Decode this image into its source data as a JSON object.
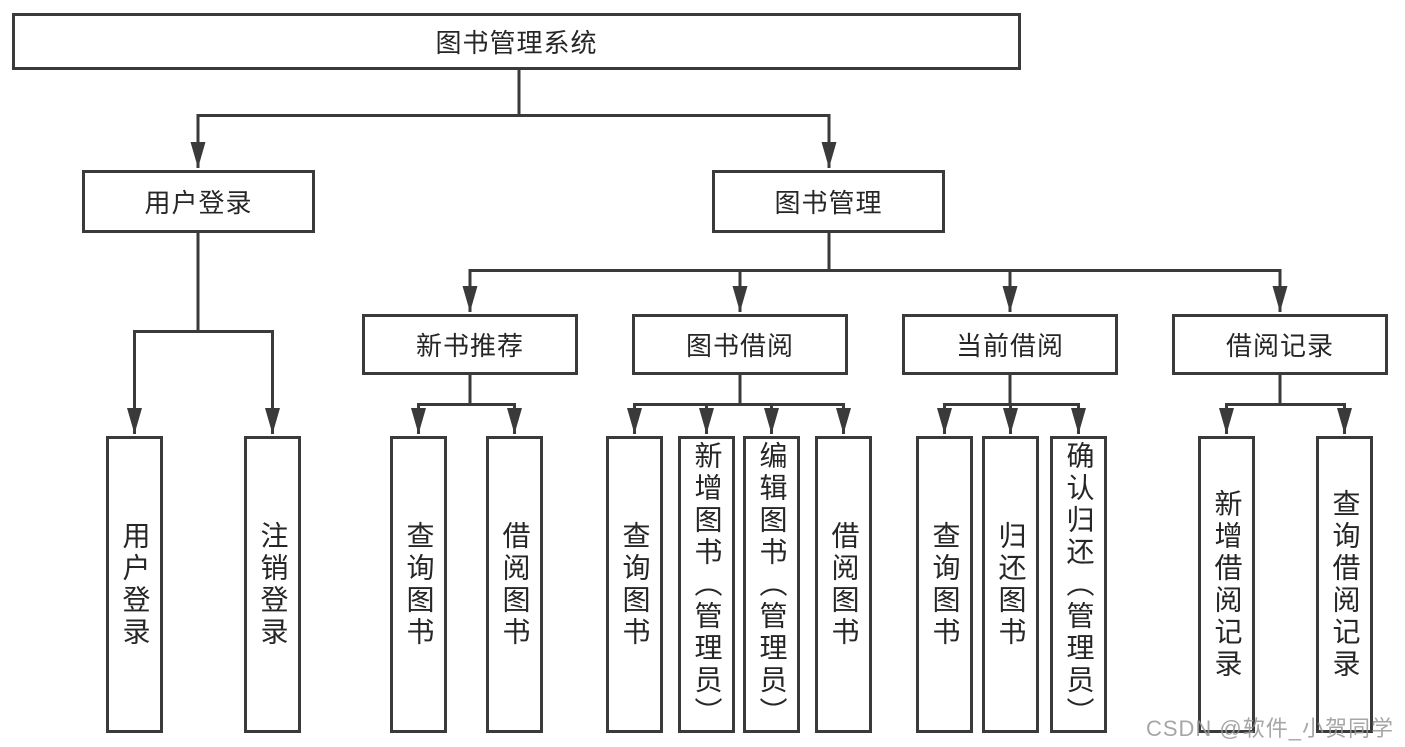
{
  "diagram": {
    "tree": {
      "label": "图书管理系统",
      "children": [
        {
          "label": "用户登录",
          "children": [
            {
              "label": "用户登录"
            },
            {
              "label": "注销登录"
            }
          ]
        },
        {
          "label": "图书管理",
          "children": [
            {
              "label": "新书推荐",
              "children": [
                {
                  "label": "查询图书"
                },
                {
                  "label": "借阅图书"
                }
              ]
            },
            {
              "label": "图书借阅",
              "children": [
                {
                  "label": "查询图书"
                },
                {
                  "label": "新增图书（管理员）"
                },
                {
                  "label": "编辑图书（管理员）"
                },
                {
                  "label": "借阅图书"
                }
              ]
            },
            {
              "label": "当前借阅",
              "children": [
                {
                  "label": "查询图书"
                },
                {
                  "label": "归还图书"
                },
                {
                  "label": "确认归还（管理员）"
                }
              ]
            },
            {
              "label": "借阅记录",
              "children": [
                {
                  "label": "新增借阅记录"
                },
                {
                  "label": "查询借阅记录"
                }
              ]
            }
          ]
        }
      ]
    },
    "watermark": "CSDN @软件_小贺同学",
    "colors": {
      "line": "#3a3a3a",
      "box_border": "#3a3a3a",
      "text": "#262626",
      "background": "#ffffff",
      "watermark": "#969696"
    }
  }
}
